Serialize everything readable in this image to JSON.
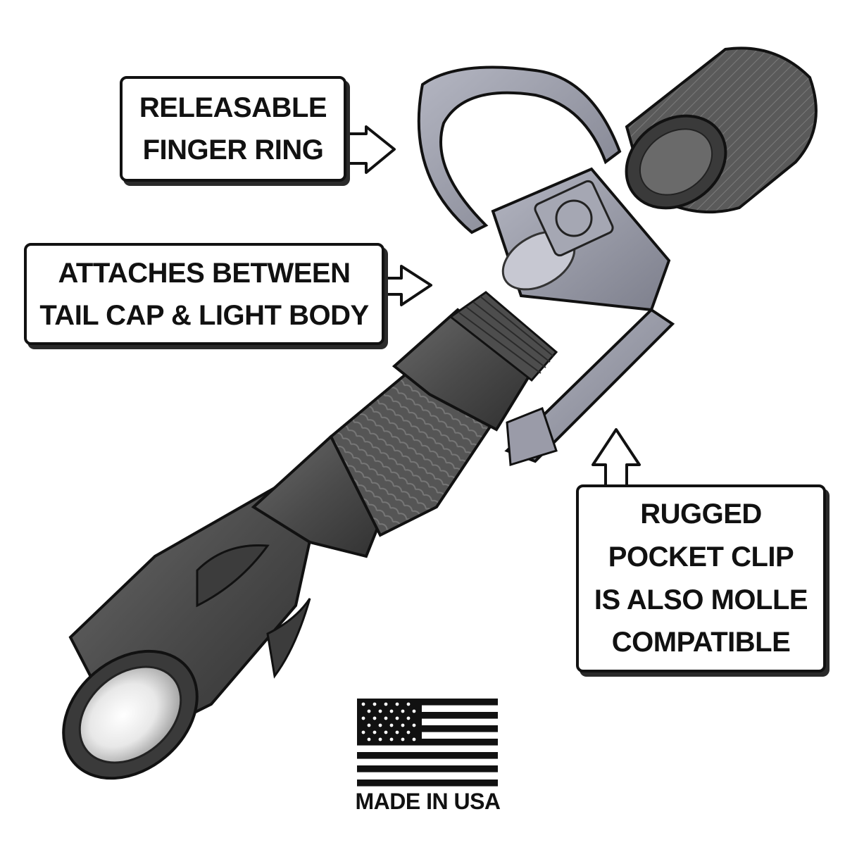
{
  "callouts": {
    "finger_ring": [
      "RELEASABLE",
      "FINGER RING"
    ],
    "attaches": [
      "ATTACHES BETWEEN",
      "TAIL CAP & LIGHT BODY"
    ],
    "pocket_clip": [
      "RUGGED",
      "POCKET CLIP",
      "IS ALSO MOLLE",
      "COMPATIBLE"
    ]
  },
  "badge": {
    "text": "MADE IN USA"
  },
  "colors": {
    "light_body": "#4a4a4a",
    "knurl": "#5c5c5c",
    "ring": "#9a9ba8",
    "outline": "#111111",
    "background": "#ffffff"
  }
}
